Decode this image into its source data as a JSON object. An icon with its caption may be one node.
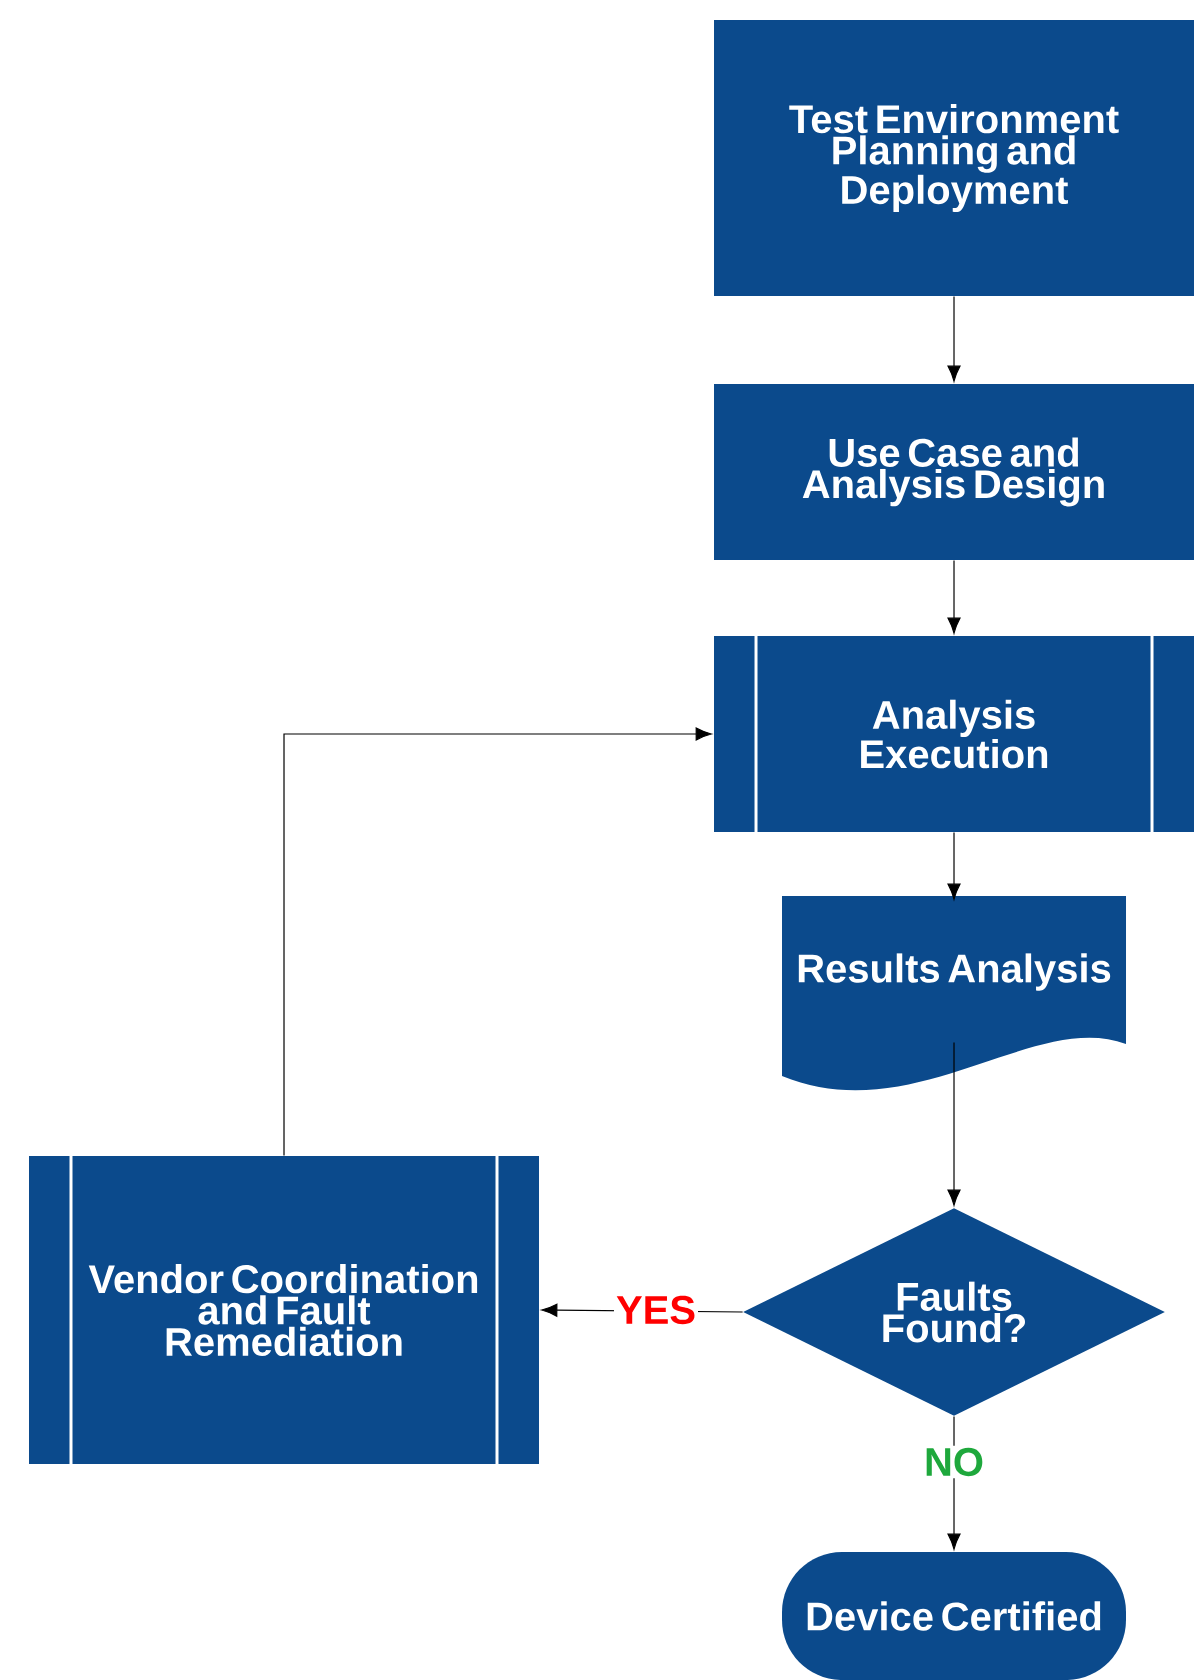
{
  "diagram": {
    "nodes": [
      {
        "text": [
          "Test Environment Planning and Deployment"
        ]
      },
      {
        "text": [
          "Use Case and Analysis Design"
        ]
      },
      {
        "text": [
          "Analysis Execution"
        ]
      },
      {
        "text": [
          "Results Analysis"
        ]
      },
      {
        "text": [
          "Faults Found?"
        ]
      },
      {
        "text": [
          "Vendor Coordination and Fault Remediation"
        ]
      },
      {
        "text": [
          "Device Certified"
        ]
      }
    ],
    "edges": [
      {
        "from": 0,
        "to": 1,
        "arrow": "to"
      },
      {
        "from": 1,
        "to": 2,
        "arrow": "to"
      },
      {
        "from": 2,
        "to": 3,
        "arrow": "to"
      },
      {
        "from": 3,
        "to": 4,
        "arrow": "to"
      },
      {
        "from": 4,
        "to": 5,
        "arrow": "to",
        "label": "YES"
      },
      {
        "from": 4,
        "to": 6,
        "arrow": "to",
        "label": "NO"
      },
      {
        "from": 5,
        "to": 2,
        "arrow": "to"
      }
    ]
  }
}
